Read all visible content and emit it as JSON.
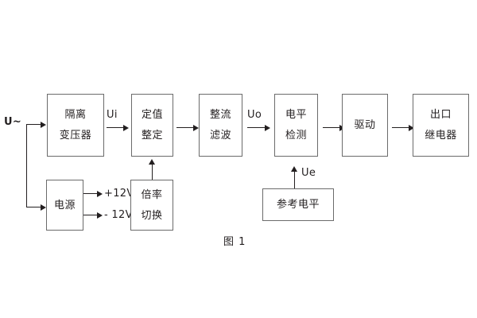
{
  "diagram": {
    "caption": "图 1",
    "input_label": "U~",
    "blocks": [
      {
        "id": "isolation-transformer",
        "lines": [
          "隔离",
          "变压器"
        ]
      },
      {
        "id": "setting-value",
        "lines": [
          "定值",
          "整定"
        ]
      },
      {
        "id": "rectifier-filter",
        "lines": [
          "整流",
          "滤波"
        ]
      },
      {
        "id": "level-detection",
        "lines": [
          "电平",
          "检测"
        ]
      },
      {
        "id": "driver",
        "lines": [
          "驱动"
        ]
      },
      {
        "id": "output-relay",
        "lines": [
          "出口",
          "继电器"
        ]
      },
      {
        "id": "power-supply",
        "lines": [
          "电源"
        ]
      },
      {
        "id": "multiplier-switch",
        "lines": [
          "倍率",
          "切换"
        ]
      },
      {
        "id": "reference-level",
        "lines": [
          "参考电平"
        ]
      }
    ],
    "signals": [
      {
        "id": "ui",
        "label": "Ui"
      },
      {
        "id": "uo",
        "label": "Uo"
      },
      {
        "id": "ue",
        "label": "Ue"
      },
      {
        "id": "pos12v",
        "label": "+12V"
      },
      {
        "id": "neg12v",
        "label": "- 12V"
      }
    ],
    "colors": {
      "line": "#231f20",
      "box_border": "#6b6b6b",
      "text": "#231f20",
      "background": "#ffffff"
    }
  }
}
